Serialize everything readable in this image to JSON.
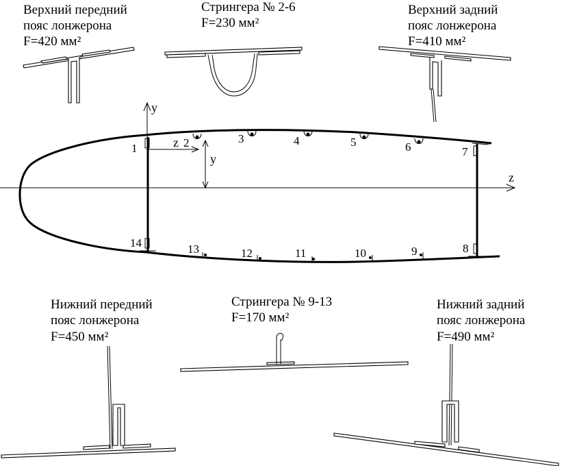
{
  "captions": {
    "upper_front": [
      "Верхний передний",
      "пояс лонжерона",
      "F=420 мм²"
    ],
    "stringers_top": [
      "Стрингера № 2-6",
      "F=230 мм²"
    ],
    "upper_rear": [
      "Верхний задний",
      "пояс лонжерона",
      "F=410 мм²"
    ],
    "lower_front": [
      "Нижний передний",
      "пояс лонжерона",
      "F=450 мм²"
    ],
    "stringers_bottom": [
      "Стрингера № 9-13",
      "F=170 мм²"
    ],
    "lower_rear": [
      "Нижний задний",
      "пояс лонжерона",
      "F=490 мм²"
    ]
  },
  "axes": {
    "y_axis": "y",
    "z_axis": "z",
    "z_local": "z",
    "y_local": "y"
  },
  "elements": [
    "1",
    "2",
    "3",
    "4",
    "5",
    "6",
    "7",
    "8",
    "9",
    "10",
    "11",
    "12",
    "13",
    "14"
  ]
}
